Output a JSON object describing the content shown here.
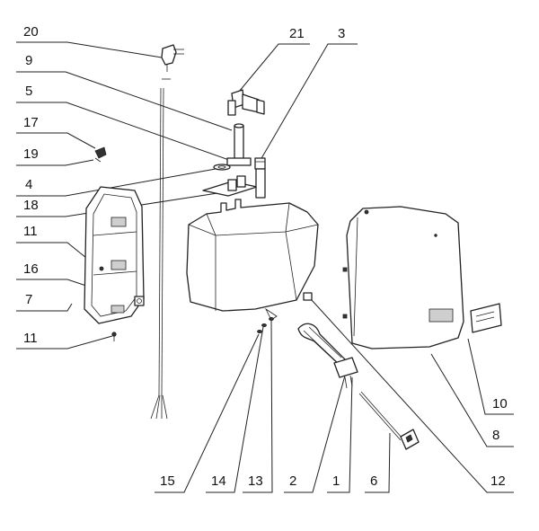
{
  "callouts": {
    "c20": "20",
    "c9": "9",
    "c5": "5",
    "c17": "17",
    "c19": "19",
    "c4": "4",
    "c18": "18",
    "c11a": "11",
    "c16": "16",
    "c7": "7",
    "c11b": "11",
    "c21": "21",
    "c3": "3",
    "c10": "10",
    "c8": "8",
    "c12": "12",
    "c15": "15",
    "c14": "14",
    "c13": "13",
    "c2": "2",
    "c1": "1",
    "c6": "6"
  },
  "colors": {
    "line": "#222222",
    "background": "#ffffff"
  }
}
